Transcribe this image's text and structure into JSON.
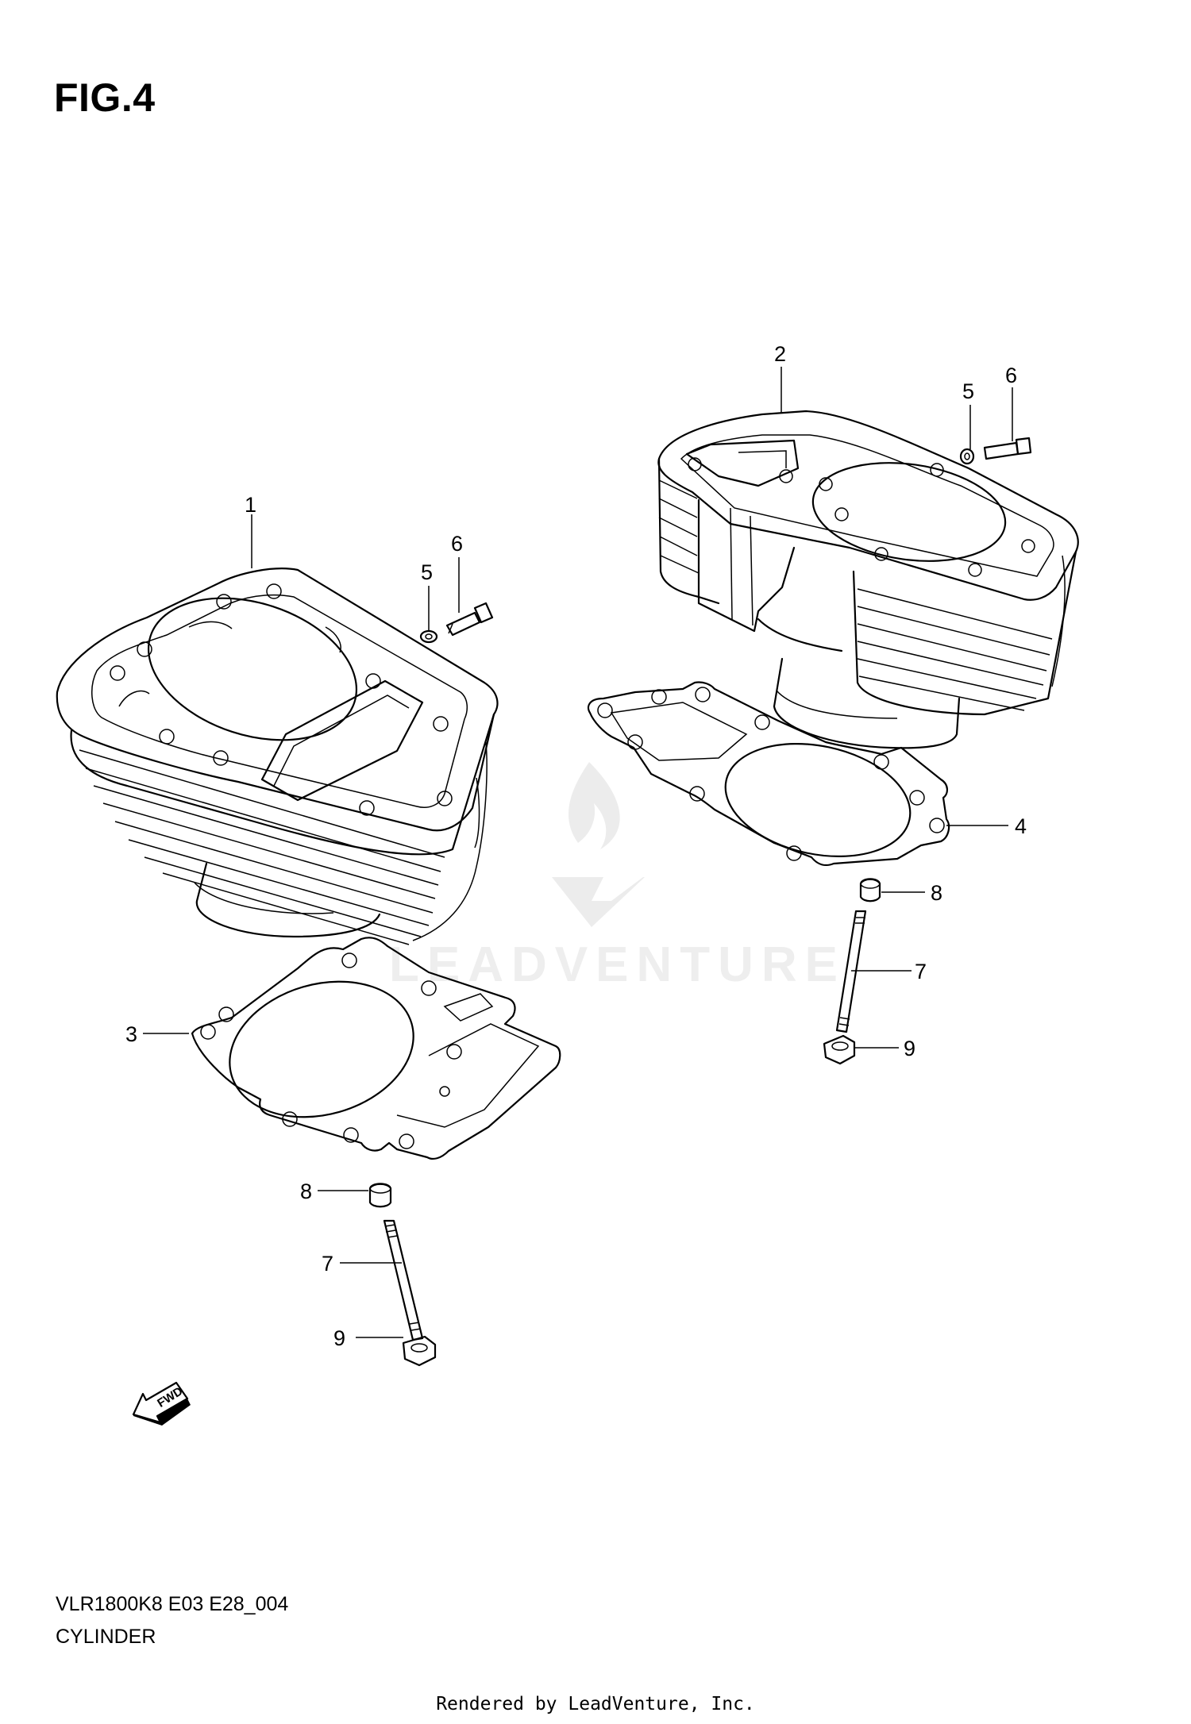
{
  "figure": {
    "title": "FIG.4"
  },
  "callouts": [
    "1",
    "2",
    "3",
    "4",
    "5",
    "6",
    "5",
    "6",
    "7",
    "8",
    "9",
    "7",
    "8",
    "9"
  ],
  "fwd_label": "FWD",
  "watermark": "LEADVENTURE",
  "footer": {
    "model_code": "VLR1800K8 E03 E28_004",
    "caption": "CYLINDER",
    "credit": "Rendered by LeadVenture, Inc."
  }
}
